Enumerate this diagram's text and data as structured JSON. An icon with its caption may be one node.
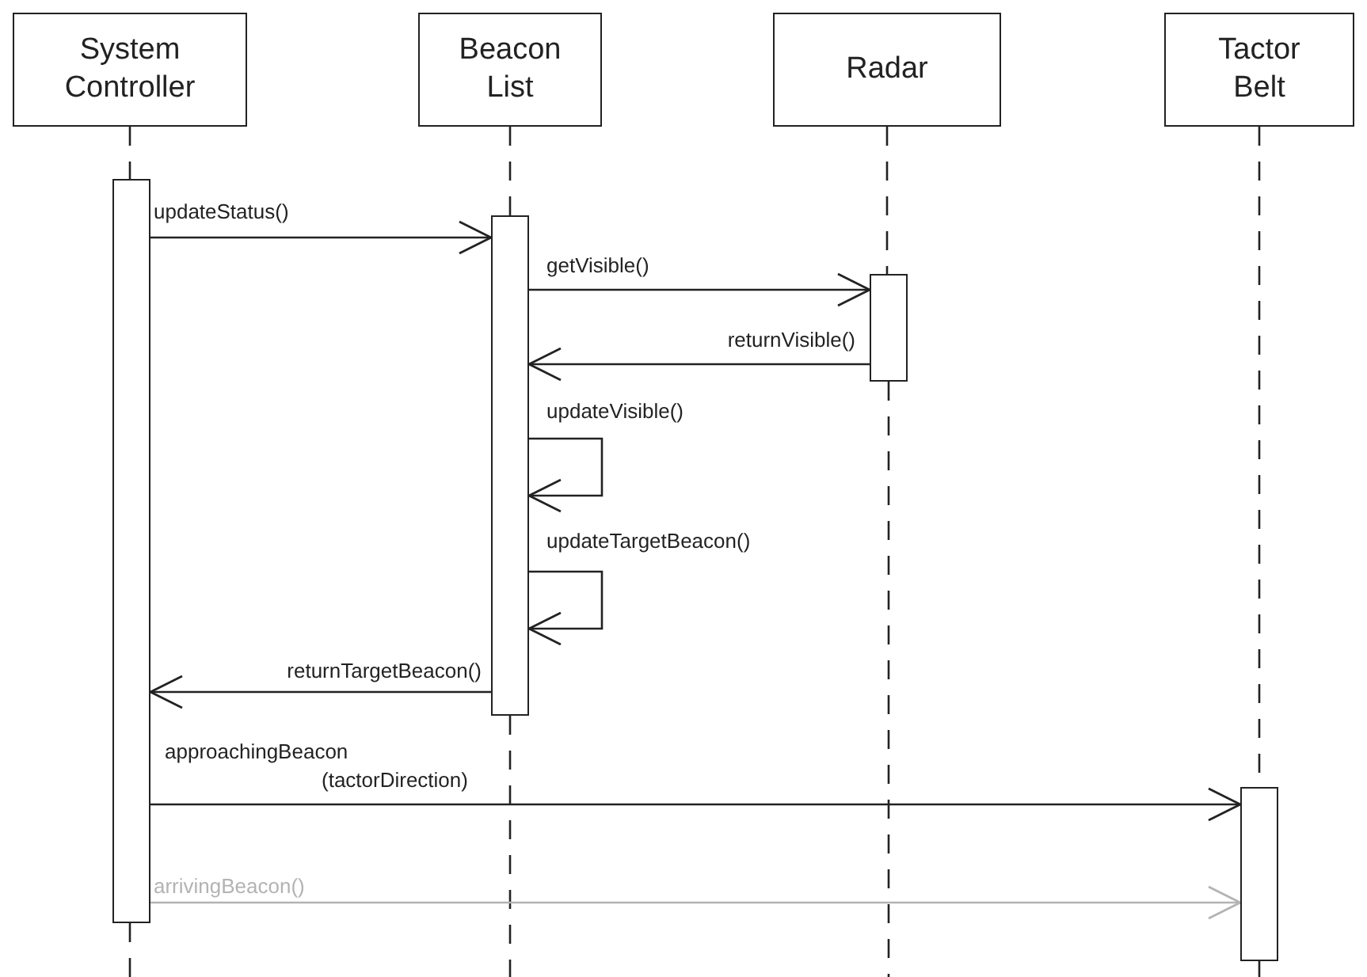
{
  "diagram": {
    "nodes": [
      {
        "text": [
          "System Controller"
        ]
      },
      {
        "text": [
          "Beacon List"
        ]
      },
      {
        "text": [
          "Radar"
        ]
      },
      {
        "text": [
          "Tactor Belt"
        ]
      },
      {
        "text": [],
        "shape": "bar"
      },
      {
        "text": [],
        "shape": "bar"
      },
      {
        "text": [],
        "shape": "bar"
      },
      {
        "text": [],
        "shape": "bar"
      }
    ],
    "edges": [
      {
        "from": 0,
        "to": 4,
        "arrow": "none",
        "style": "dashed"
      },
      {
        "from": 1,
        "to": 5,
        "arrow": "none",
        "style": "dashed"
      },
      {
        "from": 2,
        "to": 6,
        "arrow": "none",
        "style": "dashed"
      },
      {
        "from": 3,
        "to": 7,
        "arrow": "none",
        "style": "dashed"
      },
      {
        "from": 4,
        "to": 5,
        "arrow": "to",
        "label": "updateStatus()"
      },
      {
        "from": 5,
        "to": 6,
        "arrow": "to",
        "label": "getVisible()"
      },
      {
        "from": 6,
        "to": 5,
        "arrow": "to",
        "label": "returnVisible()"
      },
      {
        "from": 5,
        "to": 5,
        "arrow": "to",
        "label": "updateVisible()"
      },
      {
        "from": 5,
        "to": 5,
        "arrow": "to",
        "label": "updateTargetBeacon()"
      },
      {
        "from": 5,
        "to": 4,
        "arrow": "to",
        "label": "returnTargetBeacon()"
      },
      {
        "from": 4,
        "to": 7,
        "arrow": "to",
        "label": "approachingBeacon (tactorDirection)"
      },
      {
        "from": 4,
        "to": 7,
        "arrow": "to",
        "label": "arrivingBeacon()",
        "color": "#b3b3b3"
      }
    ]
  }
}
